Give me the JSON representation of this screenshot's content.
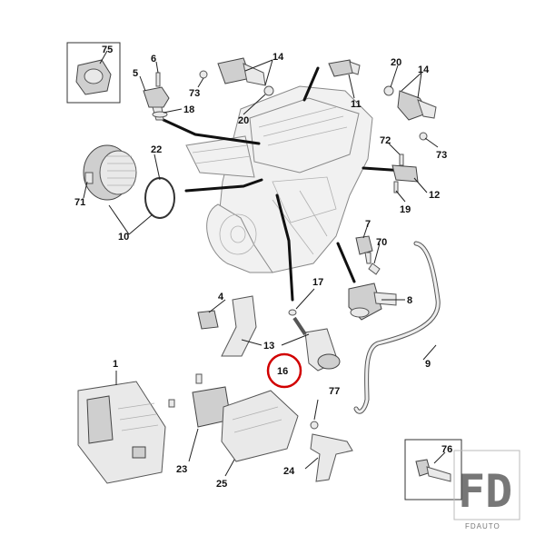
{
  "callouts": {
    "c1": "1",
    "c2": "25",
    "c3": "23",
    "c4": "24",
    "c5": "77",
    "c6": "16",
    "c7": "17",
    "c8": "13",
    "c9": "4",
    "c10": "8",
    "c11": "9",
    "c12": "7",
    "c13": "70",
    "c14": "10",
    "c15": "71",
    "c16": "22",
    "c17": "75",
    "c18": "5",
    "c19": "6",
    "c20": "18",
    "c21": "73",
    "c22": "14",
    "c23": "20",
    "c24": "11",
    "c25": "20",
    "c26": "14",
    "c27": "73",
    "c28": "72",
    "c29": "12",
    "c30": "19",
    "c31": "76"
  },
  "highlight": {
    "part": "16",
    "color": "#d10000"
  },
  "watermark": {
    "logo": "FD",
    "text": "FDAUTO"
  }
}
